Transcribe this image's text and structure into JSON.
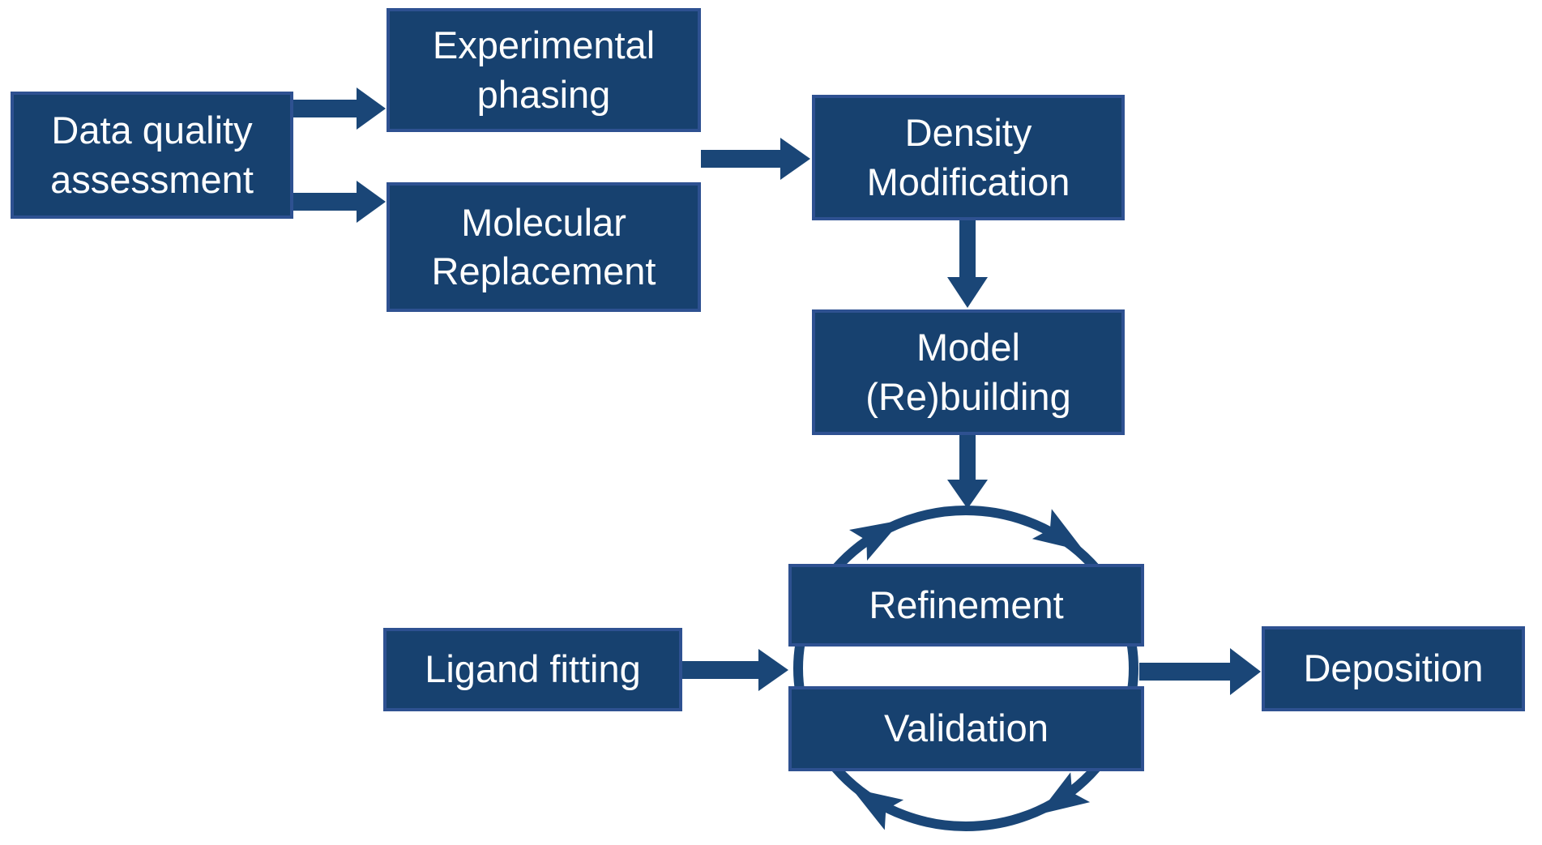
{
  "diagram": {
    "background": "#ffffff",
    "colors": {
      "box_fill": "#17416F",
      "box_border": "#2E5191",
      "arrow": "#1A4677",
      "text": "#FFFFFF"
    },
    "boxes": [
      {
        "id": "data-quality-assessment",
        "label": "Data quality assessment"
      },
      {
        "id": "experimental-phasing",
        "label": "Experimental phasing"
      },
      {
        "id": "molecular-replacement",
        "label": "Molecular Replacement"
      },
      {
        "id": "density-modification",
        "label": "Density Modification"
      },
      {
        "id": "model-rebuilding",
        "label": "Model (Re)building"
      },
      {
        "id": "refinement",
        "label": "Refinement"
      },
      {
        "id": "validation",
        "label": "Validation"
      },
      {
        "id": "ligand-fitting",
        "label": "Ligand fitting"
      },
      {
        "id": "deposition",
        "label": "Deposition"
      }
    ],
    "edges": [
      {
        "from": "Data quality assessment",
        "to": "Experimental phasing"
      },
      {
        "from": "Data quality assessment",
        "to": "Molecular Replacement"
      },
      {
        "from": "Experimental phasing / Molecular Replacement",
        "to": "Density Modification"
      },
      {
        "from": "Density Modification",
        "to": "Model (Re)building"
      },
      {
        "from": "Model (Re)building",
        "to": "Refinement-Validation cycle"
      },
      {
        "from": "Ligand fitting",
        "to": "Refinement-Validation cycle"
      },
      {
        "from": "Refinement-Validation cycle",
        "to": "Deposition"
      }
    ],
    "cycle": {
      "members": [
        "Refinement",
        "Validation"
      ],
      "direction": "clockwise",
      "arrowhead_count": 4
    }
  }
}
